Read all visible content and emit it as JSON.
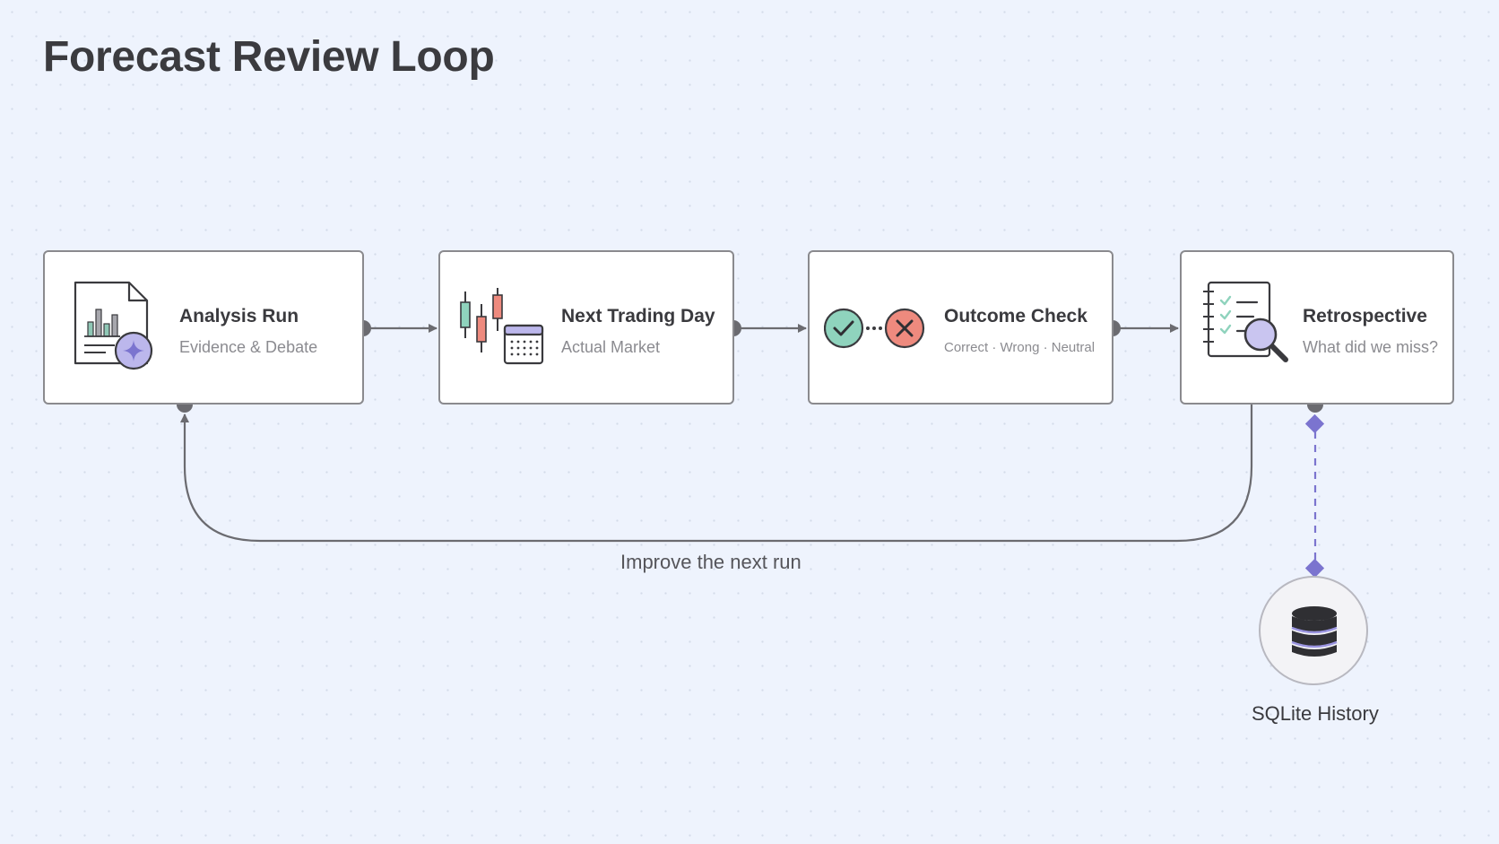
{
  "title": "Forecast Review Loop",
  "steps": [
    {
      "title": "Analysis Run",
      "subtitle": "Evidence & Debate",
      "icon": "report-chart-sparkle-icon"
    },
    {
      "title": "Next Trading Day",
      "subtitle": "Actual Market",
      "icon": "candlestick-calendar-icon"
    },
    {
      "title": "Outcome Check",
      "subtitle": "Correct · Wrong · Neutral",
      "icon": "check-cross-icon"
    },
    {
      "title": "Retrospective",
      "subtitle": "What did we miss?",
      "icon": "checklist-magnifier-icon"
    }
  ],
  "loop_label": "Improve the next run",
  "storage": {
    "label": "SQLite History",
    "icon": "database-icon"
  },
  "colors": {
    "background": "#eef3fd",
    "connector": "#6b6b70",
    "accent_purple": "#7b74cf",
    "check_green": "#8fd3bd",
    "cross_red": "#ee8a7e",
    "candle_green": "#8fd3bd",
    "candle_red": "#ee8a7e"
  }
}
